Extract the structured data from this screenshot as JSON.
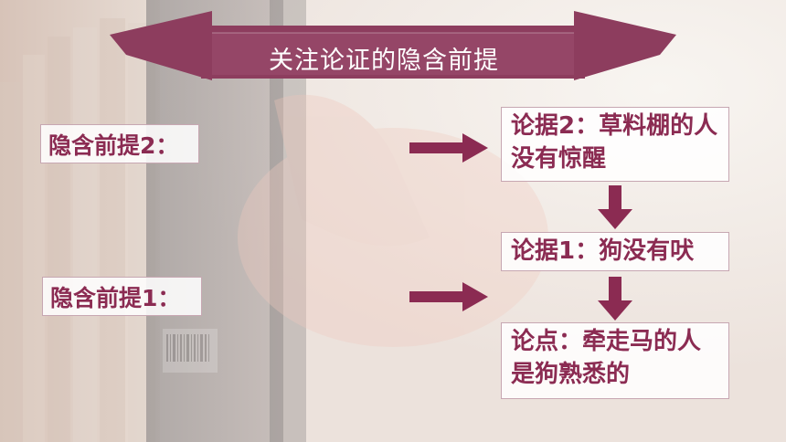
{
  "title": "关注论证的隐含前提",
  "premises": {
    "premise_2": "隐含前提2：",
    "premise_1": "隐含前提1："
  },
  "evidence": {
    "evidence_2": "论据2：草料棚的人没有惊醒",
    "evidence_1": "论据1：狗没有吠",
    "conclusion": "论点：牵走马的人是狗熟悉的"
  },
  "colors": {
    "accent": "#8b2b52",
    "banner": "#8d3d5e",
    "arrow": "#8b2b52"
  }
}
